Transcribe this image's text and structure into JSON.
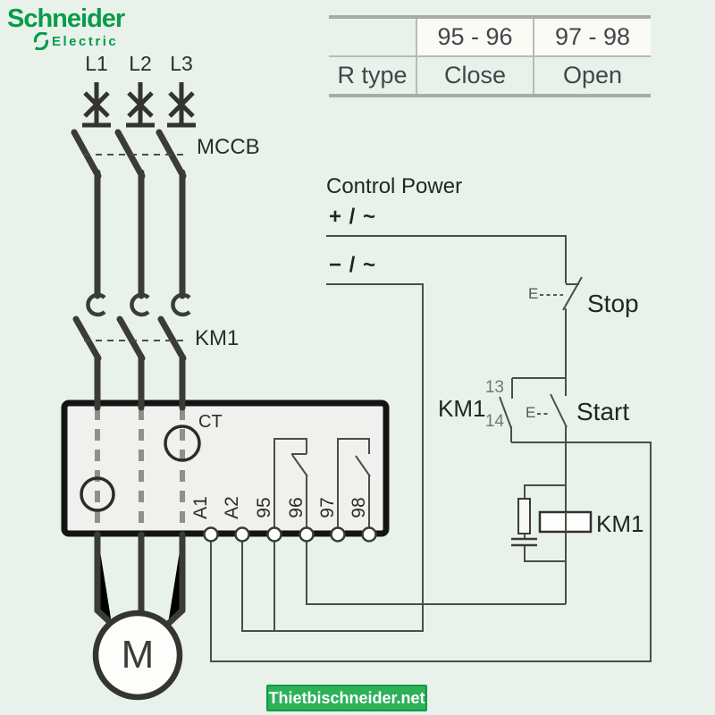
{
  "logo": {
    "brand": "Schneider",
    "sub": "Electric"
  },
  "contact_table": {
    "headers": [
      "",
      "95 - 96",
      "97 - 98"
    ],
    "rows": [
      [
        "R type",
        "Close",
        "Open"
      ]
    ]
  },
  "power_circuit": {
    "phases": [
      "L1",
      "L2",
      "L3"
    ],
    "breaker_label": "MCCB",
    "contactor_label": "KM1",
    "motor_label": "M"
  },
  "relay": {
    "ct_label": "CT",
    "terminals": [
      "A1",
      "A2",
      "95",
      "96",
      "97",
      "98"
    ]
  },
  "control_circuit": {
    "title": "Control Power",
    "plus_bus": "+ / ~",
    "minus_bus": "− / ~",
    "stop_label": "Stop",
    "start_label": "Start",
    "aux_contact_label": "KM1",
    "aux_pin_top": "13",
    "aux_pin_bottom": "14",
    "coil_label": "KM1",
    "actuator": "E"
  },
  "watermark": "Thietbischneider.net",
  "colors": {
    "brand_green": "#0a9b4a",
    "watermark_green": "#2db158",
    "background": "#e8f2ea",
    "line_dark": "#3b3b37"
  }
}
